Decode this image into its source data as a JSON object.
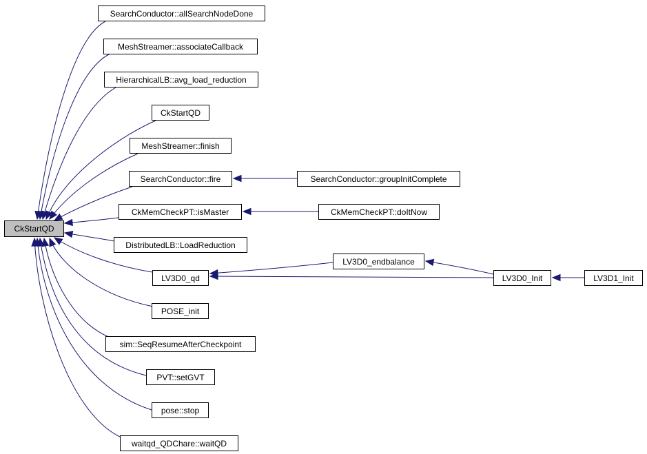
{
  "graph": {
    "root": "CkStartQD",
    "nodes": [
      {
        "id": "allSearchNodeDone",
        "label": "SearchConductor::allSearchNodeDone"
      },
      {
        "id": "associateCallback",
        "label": "MeshStreamer::associateCallback"
      },
      {
        "id": "avg_load_reduction",
        "label": "HierarchicalLB::avg_load_reduction"
      },
      {
        "id": "ckstartqd2",
        "label": "CkStartQD"
      },
      {
        "id": "finish",
        "label": "MeshStreamer::finish"
      },
      {
        "id": "fire",
        "label": "SearchConductor::fire"
      },
      {
        "id": "groupInitComplete",
        "label": "SearchConductor::groupInitComplete"
      },
      {
        "id": "isMaster",
        "label": "CkMemCheckPT::isMaster"
      },
      {
        "id": "doItNow",
        "label": "CkMemCheckPT::doItNow"
      },
      {
        "id": "LoadReduction",
        "label": "DistributedLB::LoadReduction"
      },
      {
        "id": "LV3D0_qd",
        "label": "LV3D0_qd"
      },
      {
        "id": "LV3D0_endbalance",
        "label": "LV3D0_endbalance"
      },
      {
        "id": "LV3D0_Init",
        "label": "LV3D0_Init"
      },
      {
        "id": "LV3D1_Init",
        "label": "LV3D1_Init"
      },
      {
        "id": "POSE_init",
        "label": "POSE_init"
      },
      {
        "id": "SeqResume",
        "label": "sim::SeqResumeAfterCheckpoint"
      },
      {
        "id": "setGVT",
        "label": "PVT::setGVT"
      },
      {
        "id": "stop",
        "label": "pose::stop"
      },
      {
        "id": "waitQD",
        "label": "waitqd_QDChare::waitQD"
      }
    ],
    "edges": [
      {
        "from": "allSearchNodeDone",
        "to": "CkStartQD"
      },
      {
        "from": "associateCallback",
        "to": "CkStartQD"
      },
      {
        "from": "avg_load_reduction",
        "to": "CkStartQD"
      },
      {
        "from": "ckstartqd2",
        "to": "CkStartQD"
      },
      {
        "from": "finish",
        "to": "CkStartQD"
      },
      {
        "from": "fire",
        "to": "CkStartQD"
      },
      {
        "from": "isMaster",
        "to": "CkStartQD"
      },
      {
        "from": "LoadReduction",
        "to": "CkStartQD"
      },
      {
        "from": "LV3D0_qd",
        "to": "CkStartQD"
      },
      {
        "from": "POSE_init",
        "to": "CkStartQD"
      },
      {
        "from": "SeqResume",
        "to": "CkStartQD"
      },
      {
        "from": "setGVT",
        "to": "CkStartQD"
      },
      {
        "from": "stop",
        "to": "CkStartQD"
      },
      {
        "from": "waitQD",
        "to": "CkStartQD"
      },
      {
        "from": "groupInitComplete",
        "to": "fire"
      },
      {
        "from": "doItNow",
        "to": "isMaster"
      },
      {
        "from": "LV3D0_endbalance",
        "to": "LV3D0_qd"
      },
      {
        "from": "LV3D0_Init",
        "to": "LV3D0_qd"
      },
      {
        "from": "LV3D0_Init",
        "to": "LV3D0_endbalance"
      },
      {
        "from": "LV3D1_Init",
        "to": "LV3D0_Init"
      }
    ],
    "colors": {
      "edge": "#191970",
      "root_fill": "#bfbfbf",
      "node_fill": "#ffffff",
      "border": "#000000"
    }
  }
}
